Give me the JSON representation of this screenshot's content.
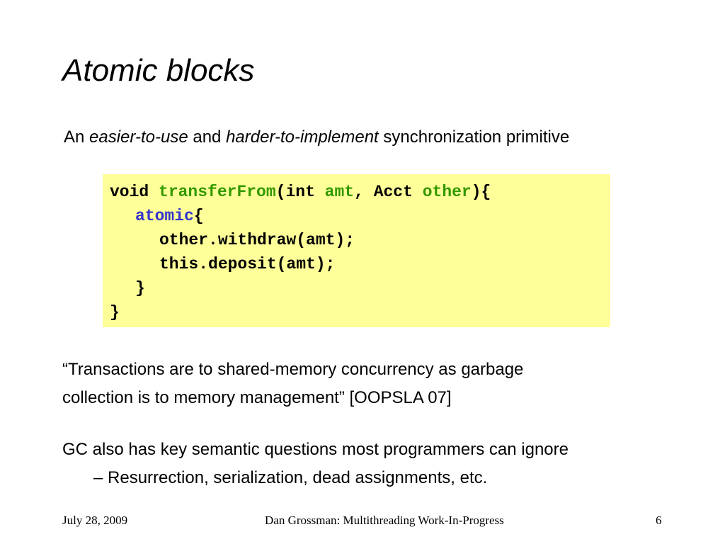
{
  "slide": {
    "title": "Atomic blocks",
    "subtitle": {
      "prefix": "An",
      "em1": "easier-to-use",
      "mid": "and",
      "em2": "harder-to-implement",
      "suffix": "synchronization primitive"
    },
    "code": {
      "line1": {
        "void": "void ",
        "fn": "transferFrom",
        "open": "(int ",
        "param1": "amt",
        "sep": ", Acct ",
        "param2": "other",
        "close": "){"
      },
      "line2": {
        "kw": "atomic",
        "brace": "{"
      },
      "line3": "other.withdraw(amt);",
      "line4": "this.deposit(amt);",
      "line5": "}",
      "line6": "}"
    },
    "quote": {
      "line1": "“Transactions are to shared-memory concurrency as garbage",
      "line2": "collection is to memory management” [OOPSLA 07]"
    },
    "gc": {
      "line": "GC also has key semantic questions most programmers can ignore",
      "sub": "–  Resurrection, serialization, dead assignments, etc."
    }
  },
  "footer": {
    "date": "July 28, 2009",
    "author": "Dan Grossman: Multithreading Work-In-Progress",
    "page": "6"
  },
  "colors": {
    "code_background": "#ffff99",
    "identifier_green": "#339900",
    "keyword_blue": "#3333cc"
  }
}
